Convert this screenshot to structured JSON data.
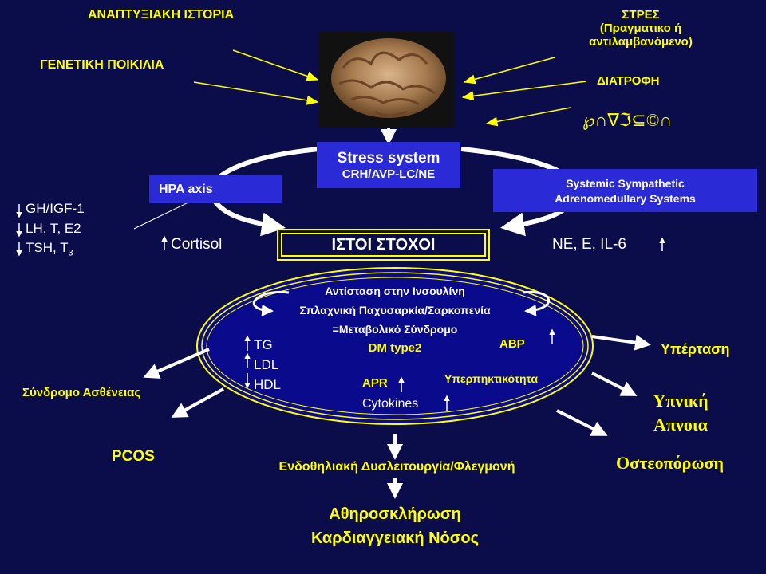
{
  "top": {
    "anaptyxiaki": "ΑΝΑΠΤΥΞΙΑΚΗ ΙΣΤΟΡΙΑ",
    "genetiki": "ΓΕΝΕΤΙΚΗ ΠΟΙΚΙΛΙΑ",
    "stres_1": "ΣΤΡΕΣ",
    "stres_2": "(Πραγματικο ή",
    "stres_3": "αντιλαμβανόμενο)",
    "diatrofi": "ΔΙΑΤΡΟΦΗ",
    "symbols": "℘∩∇ℑ⊆©∩"
  },
  "stress_box": {
    "line1": "Stress system",
    "line2": "CRH/AVP-LC/NE"
  },
  "hpa_box": "HPA axis",
  "sympathetic_box": {
    "line1": "Systemic Sympathetic",
    "line2": "Adrenomedullary  Systems"
  },
  "hormones": {
    "gh": "GH/IGF-1",
    "lh": "LH, T, E2",
    "tsh": "TSH, T",
    "tsh_sub": "3"
  },
  "cortisol": "Cortisol",
  "istoi": "ΙΣΤΟΙ ΣΤΟΧΟΙ",
  "ne": "NE, E, IL-6",
  "ellipse": {
    "l1": "Αντίσταση στην Ινσουλίνη",
    "l2": "Σπλαχνική Παχυσαρκία/Σαρκοπενία",
    "l3": "=Μεταβολικό Σύνδρομο",
    "l4": "DM type2",
    "tg": "TG",
    "ldl": "LDL",
    "hdl": "HDL",
    "abp": "ABP",
    "apr": "APR",
    "cytokines": "Cytokines",
    "yperpiktikotita": "Υπερπηκτικότητα"
  },
  "outcomes": {
    "syndromo": "Σύνδρομο Ασθένειας",
    "pcos": "PCOS",
    "ypertasi": "Υπέρταση",
    "ypniki_1": "Υπνική",
    "ypniki_2": "Απνοια",
    "osteoporosi": "Οστεοπόρωση",
    "endothiliaki": "Ενδοθηλιακή Δυσλειτουργία/Φλεγμονή",
    "athiro": "Αθηροσκλήρωση",
    "kardiaggeiaki": "Καρδιαγγειακή Νόσος"
  },
  "colors": {
    "background": "#0b0c4a",
    "yellow": "#ffff00",
    "box_blue": "#2a2ad6",
    "ellipse_fill": "#0a0a8c"
  }
}
